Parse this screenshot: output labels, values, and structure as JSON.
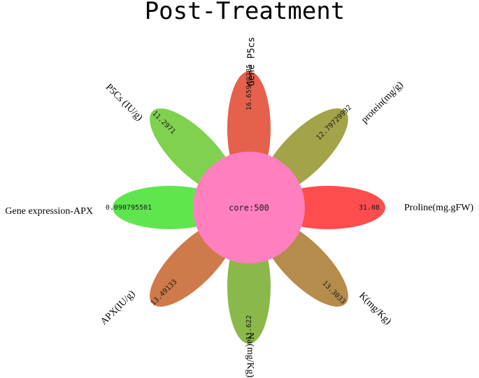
{
  "chart_data": {
    "type": "flower",
    "title": "Post-Treatment",
    "core": {
      "label": "core",
      "value": 500,
      "color": "#ff7fbf"
    },
    "petals": [
      {
        "name": "Gene P5cs",
        "value": "16.65940285",
        "color": "#e5614c"
      },
      {
        "name": "protein(mg/g)",
        "value": "12.79729992",
        "color": "#a3a34a"
      },
      {
        "name": "Proline(mg.gFW)",
        "value": "31.08",
        "color": "#ff4d4d"
      },
      {
        "name": "K(mg/Kg)",
        "value": "13.3033",
        "color": "#b58c4c"
      },
      {
        "name": "Na(mg/Kg)",
        "value": "11.622",
        "color": "#8ab84a"
      },
      {
        "name": "APX(IU/g)",
        "value": "13.49133",
        "color": "#cf7a4a"
      },
      {
        "name": "Gene expression-APX",
        "value": "0.090795501",
        "color": "#5fe64f"
      },
      {
        "name": "P5Cs (IU/g)",
        "value": "11.2971",
        "color": "#7fd14f"
      }
    ]
  }
}
